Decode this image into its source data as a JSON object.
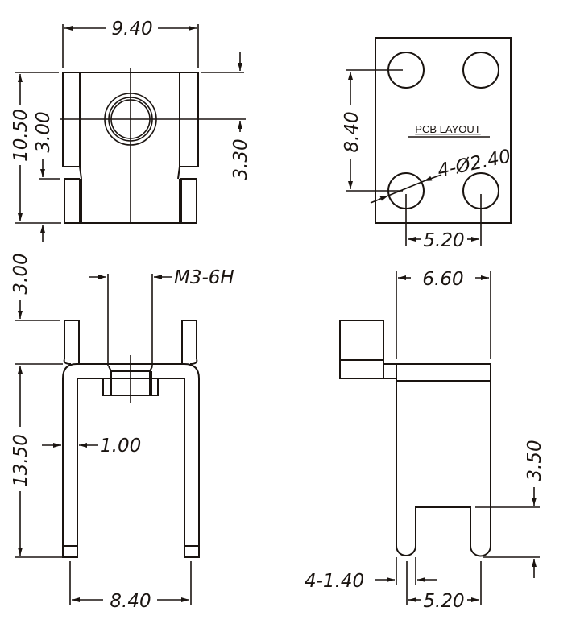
{
  "top_view": {
    "width_dim": "9.40",
    "height_dim": "10.50",
    "slot_dim": "3.00",
    "hole_offset_dim": "3.30"
  },
  "pcb_layout": {
    "title": "PCB LAYOUT",
    "pitch_vertical_dim": "8.40",
    "hole_dim": "4-Ø2.40",
    "pitch_horizontal_dim": "5.20"
  },
  "front_view": {
    "tab_height_dim": "3.00",
    "thread_dim": "M3-6H",
    "height_dim": "13.50",
    "thickness_dim": "1.00",
    "leg_spacing_dim": "8.40"
  },
  "side_view": {
    "width_dim": "6.60",
    "slot_depth_dim": "3.50",
    "pin_width_dim": "4-1.40",
    "pin_spacing_dim": "5.20"
  }
}
